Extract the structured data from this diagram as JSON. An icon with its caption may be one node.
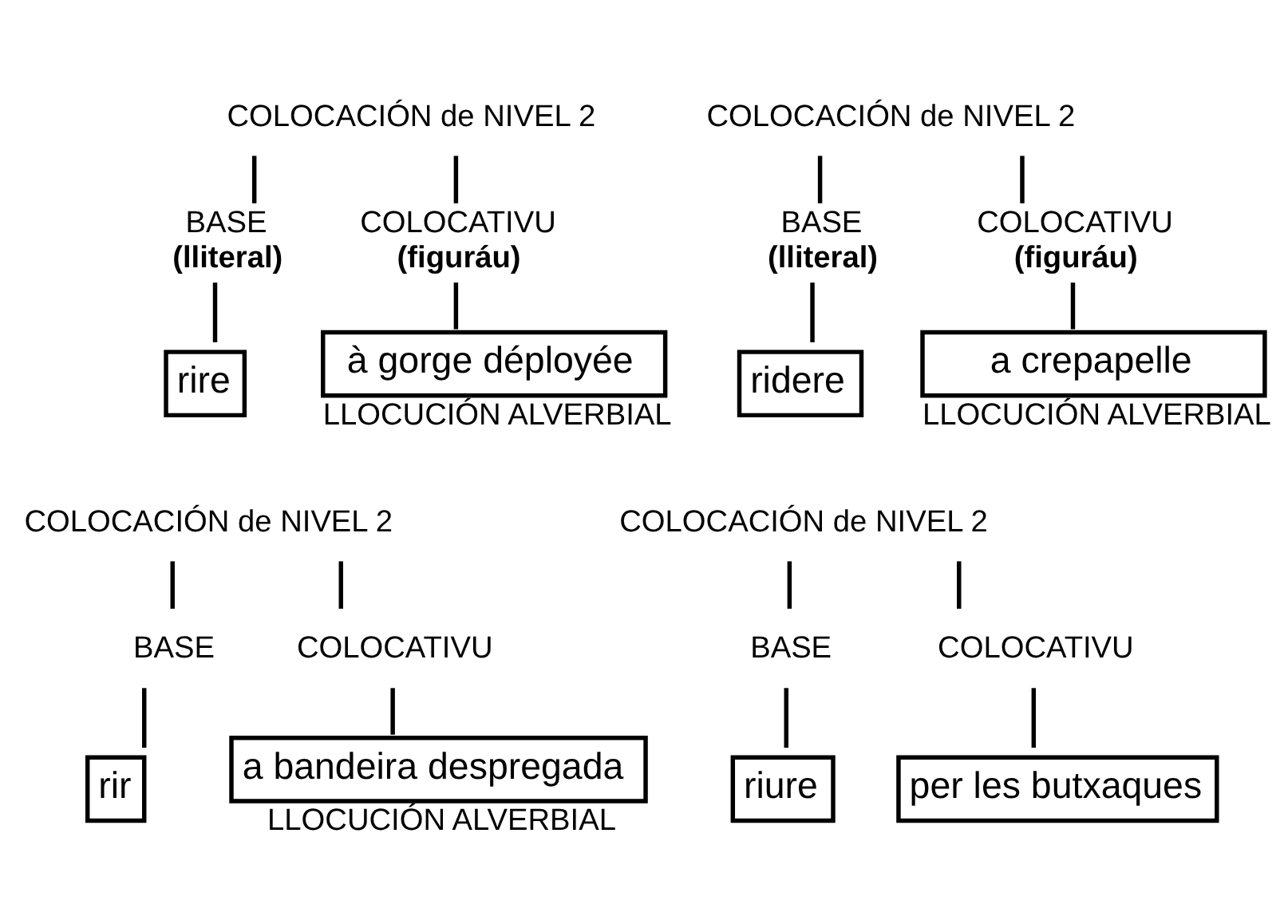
{
  "diagram": {
    "nodes": [
      {
        "text": [
          "COLOCACIÓN de NIVEL 2"
        ]
      },
      {
        "text": [
          "BASE",
          "(lliteral)"
        ]
      },
      {
        "text": [
          "COLOCATIVU",
          "(figuráu)"
        ]
      },
      {
        "text": [
          "rire"
        ]
      },
      {
        "text": [
          "à gorge déployée"
        ],
        "beside": [
          "LLOCUCIÓN ALVERBIAL"
        ]
      },
      {
        "text": [
          "COLOCACIÓN de NIVEL 2"
        ]
      },
      {
        "text": [
          "BASE",
          "(lliteral)"
        ]
      },
      {
        "text": [
          "COLOCATIVU",
          "(figuráu)"
        ]
      },
      {
        "text": [
          "ridere"
        ]
      },
      {
        "text": [
          "a crepapelle"
        ],
        "beside": [
          "LLOCUCIÓN ALVERBIAL"
        ]
      },
      {
        "text": [
          "COLOCACIÓN de NIVEL 2"
        ]
      },
      {
        "text": [
          "BASE"
        ]
      },
      {
        "text": [
          "COLOCATIVU"
        ]
      },
      {
        "text": [
          "rir"
        ]
      },
      {
        "text": [
          "a bandeira despregada"
        ],
        "beside": [
          "LLOCUCIÓN ALVERBIAL"
        ]
      },
      {
        "text": [
          "COLOCACIÓN de NIVEL 2"
        ]
      },
      {
        "text": [
          "BASE"
        ]
      },
      {
        "text": [
          "COLOCATIVU"
        ]
      },
      {
        "text": [
          "riure"
        ]
      },
      {
        "text": [
          "per les butxaques"
        ]
      }
    ],
    "edges": [
      {
        "from": 0,
        "to": 1,
        "arrow": "none"
      },
      {
        "from": 0,
        "to": 2,
        "arrow": "none"
      },
      {
        "from": 1,
        "to": 3,
        "arrow": "none"
      },
      {
        "from": 2,
        "to": 4,
        "arrow": "none"
      },
      {
        "from": 5,
        "to": 6,
        "arrow": "none"
      },
      {
        "from": 5,
        "to": 7,
        "arrow": "none"
      },
      {
        "from": 6,
        "to": 8,
        "arrow": "none"
      },
      {
        "from": 7,
        "to": 9,
        "arrow": "none"
      },
      {
        "from": 10,
        "to": 11,
        "arrow": "none"
      },
      {
        "from": 10,
        "to": 12,
        "arrow": "none"
      },
      {
        "from": 11,
        "to": 13,
        "arrow": "none"
      },
      {
        "from": 12,
        "to": 14,
        "arrow": "none"
      },
      {
        "from": 15,
        "to": 16,
        "arrow": "none"
      },
      {
        "from": 15,
        "to": 17,
        "arrow": "none"
      },
      {
        "from": 16,
        "to": 18,
        "arrow": "none"
      },
      {
        "from": 17,
        "to": 19,
        "arrow": "none"
      }
    ]
  }
}
